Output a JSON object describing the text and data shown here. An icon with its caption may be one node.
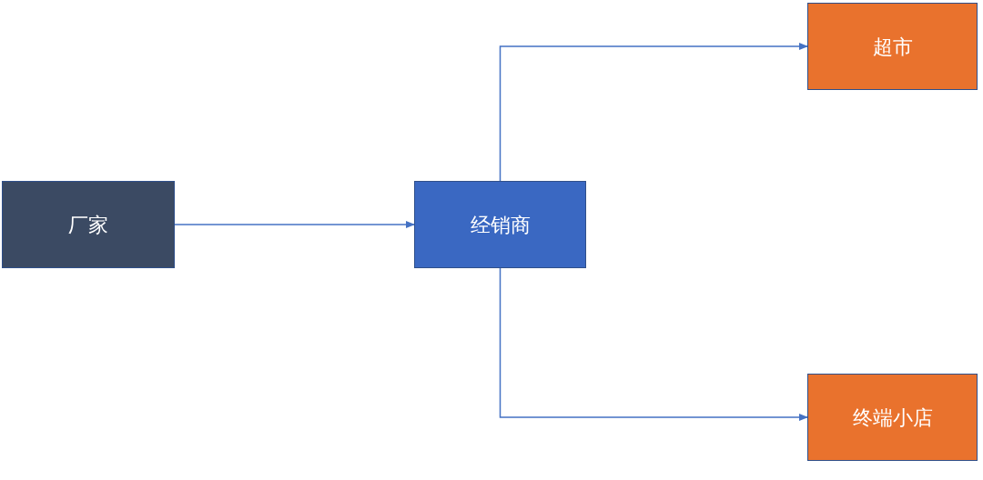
{
  "diagram": {
    "nodes": [
      {
        "text": [
          "厂家"
        ]
      },
      {
        "text": [
          "经销商"
        ]
      },
      {
        "text": [
          "超市"
        ]
      },
      {
        "text": [
          "终端小店"
        ]
      }
    ],
    "edges": [
      {
        "from": 0,
        "to": 1,
        "arrow": "to"
      },
      {
        "from": 1,
        "to": 2,
        "arrow": "to"
      },
      {
        "from": 1,
        "to": 3,
        "arrow": "to"
      }
    ]
  }
}
